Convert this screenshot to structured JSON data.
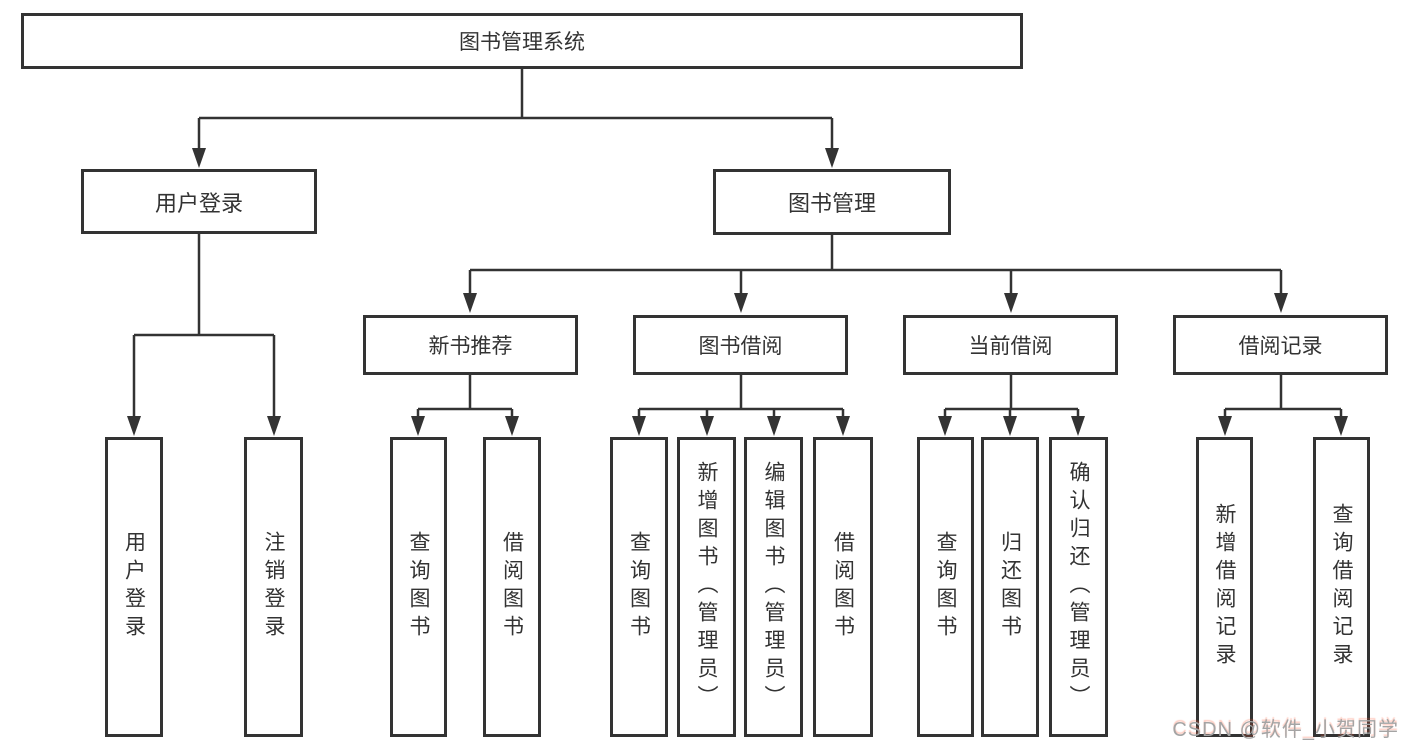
{
  "diagram": {
    "root": {
      "label": "图书管理系统",
      "children": [
        {
          "label": "用户登录",
          "children": [
            {
              "label": "用户登录"
            },
            {
              "label": "注销登录"
            }
          ]
        },
        {
          "label": "图书管理",
          "children": [
            {
              "label": "新书推荐",
              "children": [
                {
                  "label": "查询图书"
                },
                {
                  "label": "借阅图书"
                }
              ]
            },
            {
              "label": "图书借阅",
              "children": [
                {
                  "label": "查询图书"
                },
                {
                  "label": "新增图书（管理员）"
                },
                {
                  "label": "编辑图书（管理员）"
                },
                {
                  "label": "借阅图书"
                }
              ]
            },
            {
              "label": "当前借阅",
              "children": [
                {
                  "label": "查询图书"
                },
                {
                  "label": "归还图书"
                },
                {
                  "label": "确认归还（管理员）"
                }
              ]
            },
            {
              "label": "借阅记录",
              "children": [
                {
                  "label": "新增借阅记录"
                },
                {
                  "label": "查询借阅记录"
                }
              ]
            }
          ]
        }
      ]
    }
  },
  "watermark": {
    "text": "CSDN @软件_小贺同学"
  },
  "colors": {
    "line": "#333333",
    "box_border": "#333333",
    "text": "#333333",
    "background": "#ffffff",
    "watermark_gray": "#a4a4a4",
    "watermark_red": "#fc5531"
  }
}
